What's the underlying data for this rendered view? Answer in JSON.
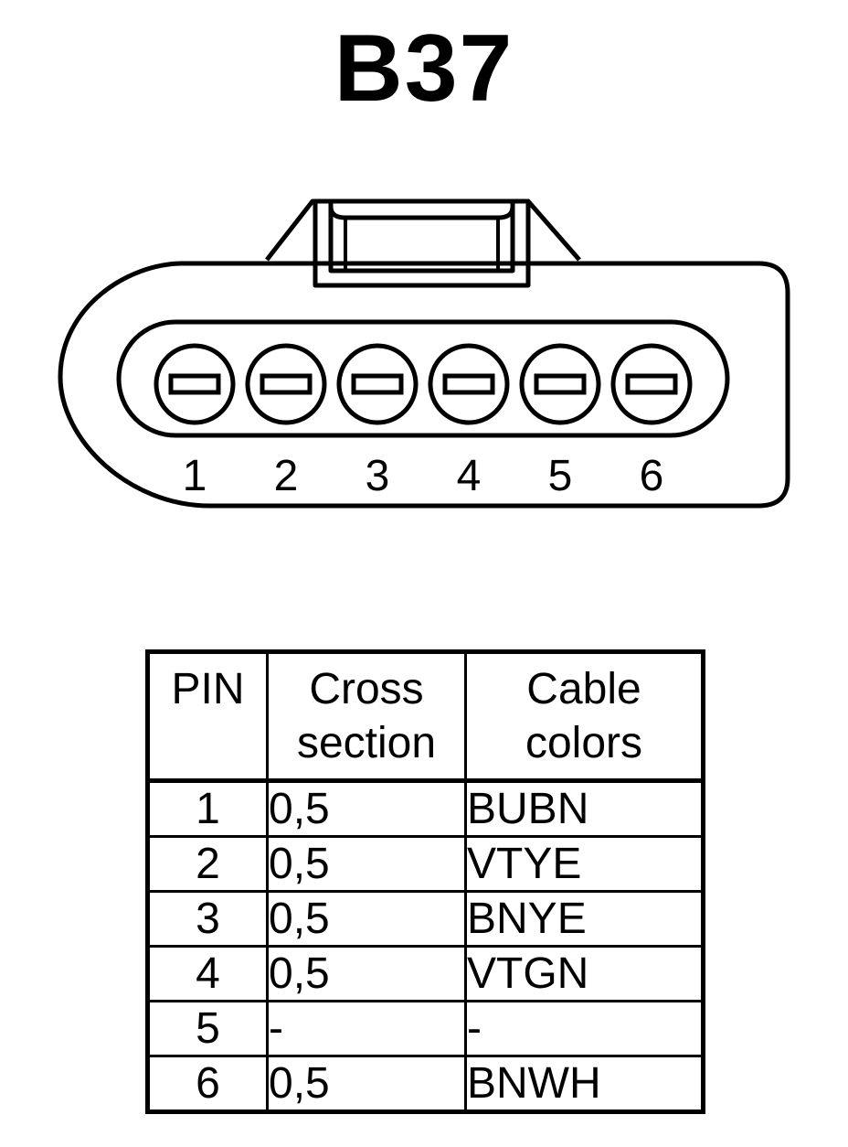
{
  "connector": {
    "name": "B37",
    "pins": [
      "1",
      "2",
      "3",
      "4",
      "5",
      "6"
    ]
  },
  "table": {
    "headers": {
      "pin": "PIN",
      "cross_section": [
        "Cross",
        "section"
      ],
      "cable_colors": [
        "Cable",
        "colors"
      ]
    },
    "rows": [
      {
        "pin": "1",
        "cross_section": "0,5",
        "cable_colors": "BUBN"
      },
      {
        "pin": "2",
        "cross_section": "0,5",
        "cable_colors": "VTYE"
      },
      {
        "pin": "3",
        "cross_section": "0,5",
        "cable_colors": "BNYE"
      },
      {
        "pin": "4",
        "cross_section": "0,5",
        "cable_colors": "VTGN"
      },
      {
        "pin": "5",
        "cross_section": "-",
        "cable_colors": "-"
      },
      {
        "pin": "6",
        "cross_section": "0,5",
        "cable_colors": "BNWH"
      }
    ]
  }
}
